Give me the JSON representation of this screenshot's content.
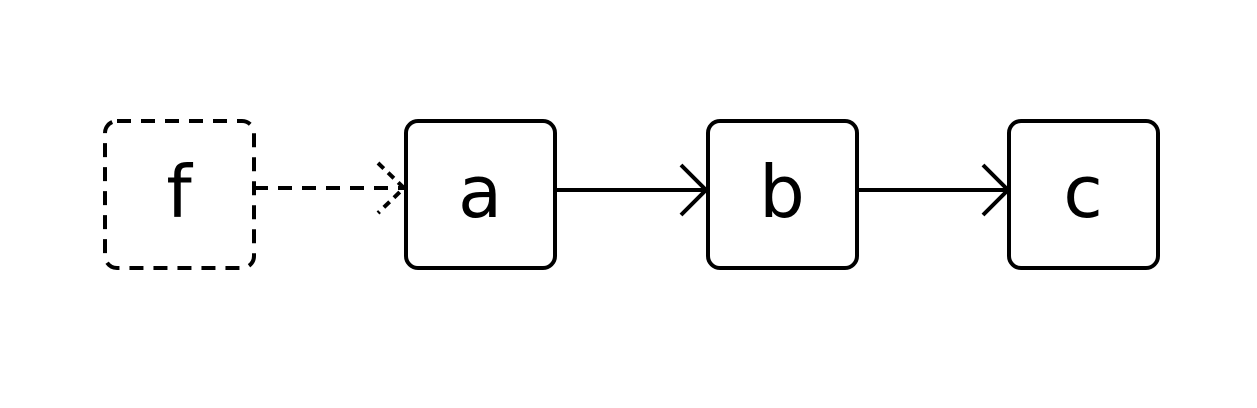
{
  "diagram": {
    "nodes": [
      {
        "id": "f",
        "label": "f",
        "style": "dashed"
      },
      {
        "id": "a",
        "label": "a",
        "style": "solid"
      },
      {
        "id": "b",
        "label": "b",
        "style": "solid"
      },
      {
        "id": "c",
        "label": "c",
        "style": "solid"
      }
    ],
    "edges": [
      {
        "from": "f",
        "to": "a",
        "style": "dashed"
      },
      {
        "from": "a",
        "to": "b",
        "style": "solid"
      },
      {
        "from": "b",
        "to": "c",
        "style": "solid"
      }
    ],
    "colors": {
      "stroke": "#000000",
      "background": "#ffffff"
    }
  }
}
